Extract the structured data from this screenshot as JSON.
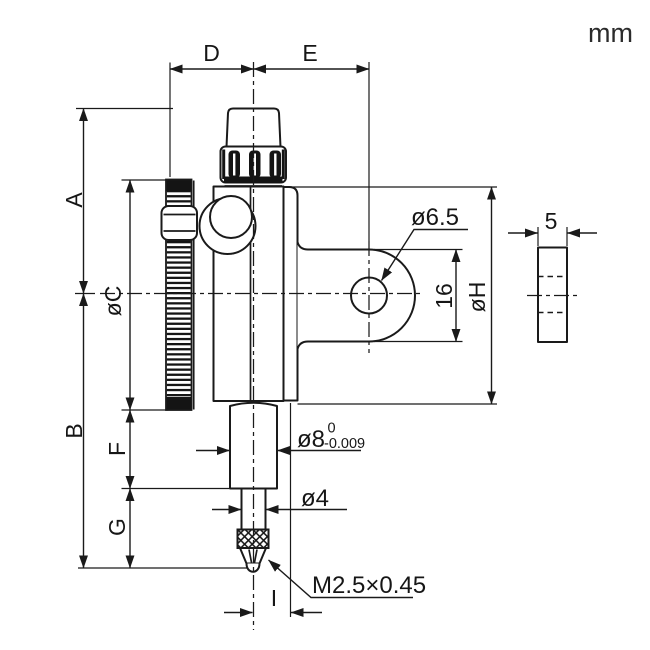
{
  "unit": "mm",
  "labels": {
    "a": "A",
    "b": "B",
    "c": "øC",
    "d": "D",
    "e": "E",
    "f": "F",
    "g": "G",
    "i": "I",
    "h": "øH",
    "lug_width": "16",
    "side_thickness": "5",
    "hole_dia": "ø6.5",
    "stem_dia": "ø8",
    "stem_tol_upper": "0",
    "stem_tol_lower": "-0.009",
    "spindle_dia": "ø4",
    "thread": "M2.5×0.45"
  },
  "colors": {
    "line": "#1a1a1a",
    "background": "#ffffff"
  }
}
